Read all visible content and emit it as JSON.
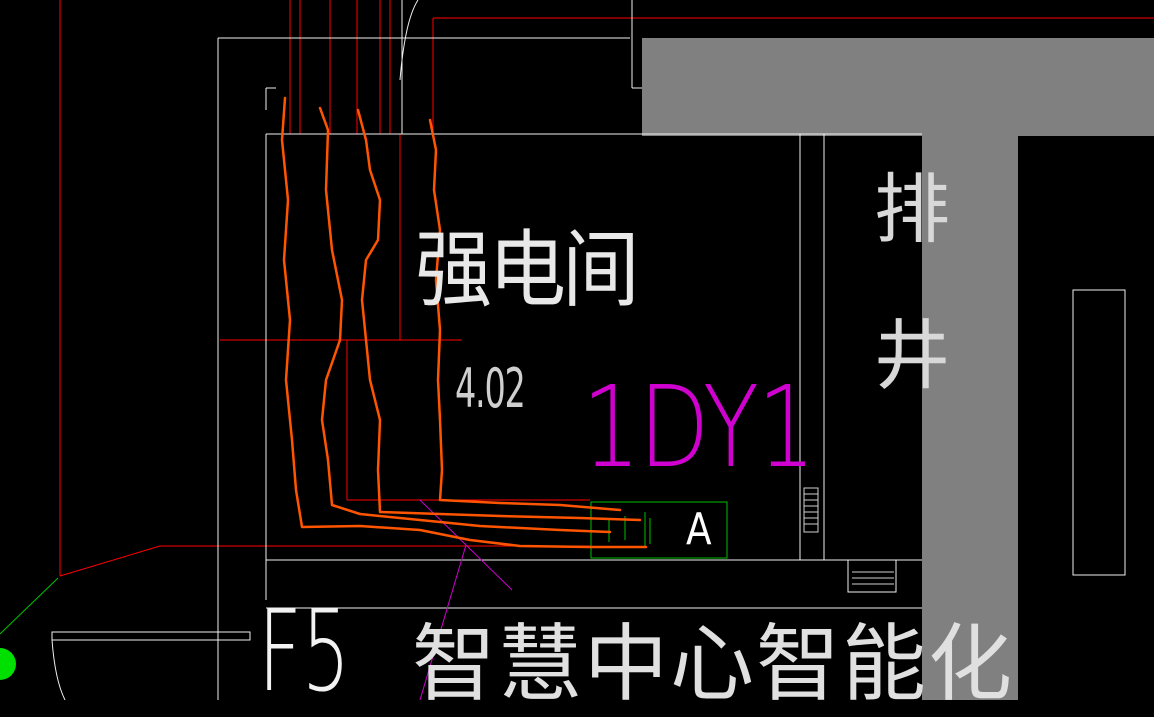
{
  "drawing": {
    "room_name": "强电间",
    "level": "4.02",
    "cabinet_id": "1DY1",
    "cabinet_tag": "A",
    "shaft_label_1": "排",
    "shaft_label_2": "井",
    "zone_mark": "F5",
    "caption": "智慧中心智能化"
  },
  "colors": {
    "background": "#000000",
    "wall": "#ffffff",
    "grid": "#ff0000",
    "cable": "#ff5500",
    "cabinet_text": "#d000d0",
    "cabinet_box": "#00c000",
    "column": "#808080",
    "marker": "#00e000"
  }
}
